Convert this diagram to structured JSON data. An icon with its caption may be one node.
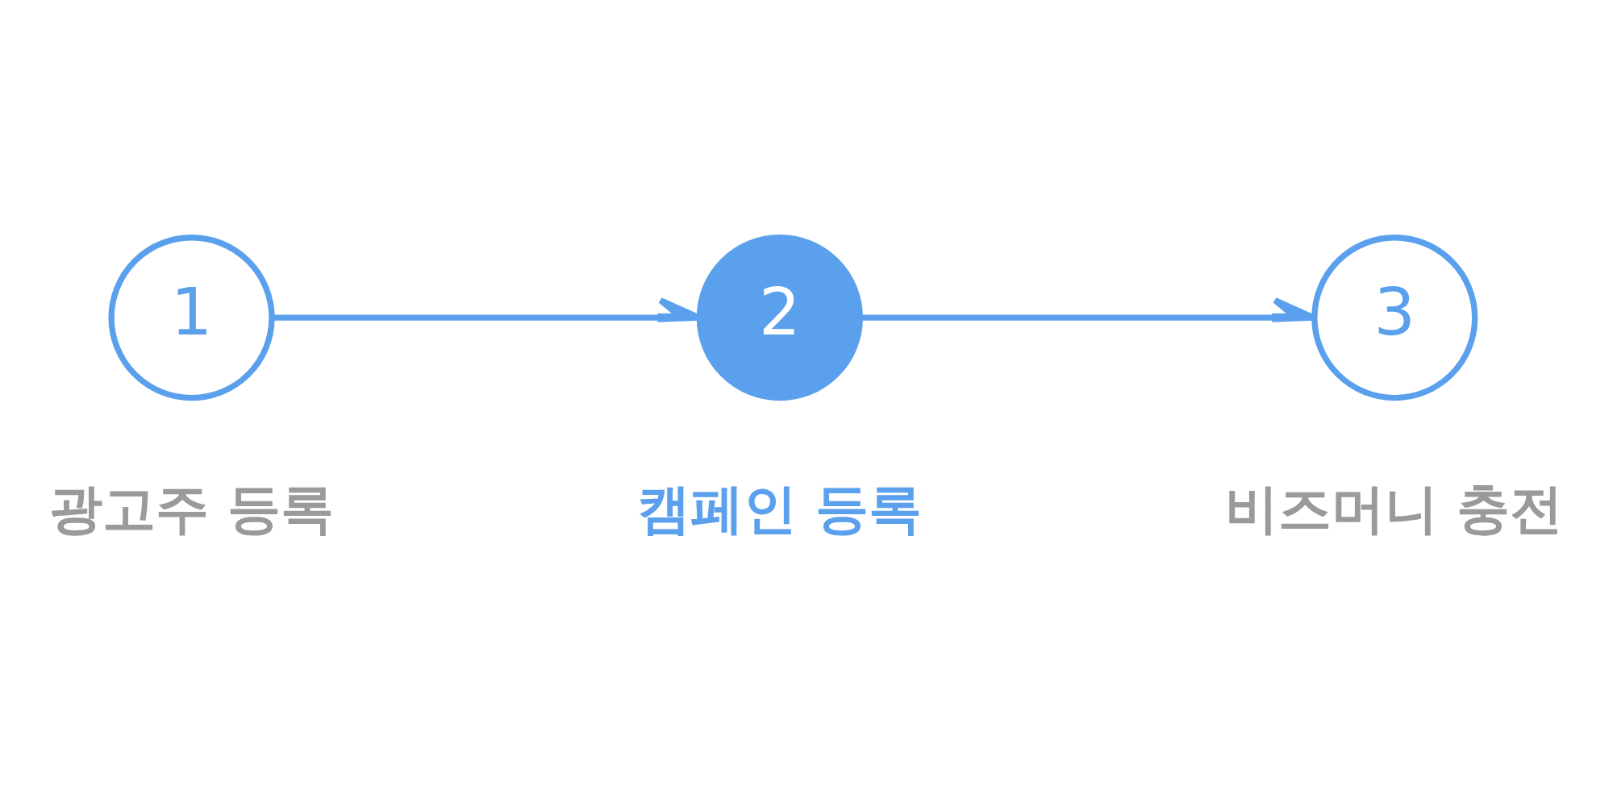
{
  "diagram": {
    "nodes": [
      {
        "text": [
          "1"
        ],
        "beside": [
          "광고주 등록"
        ]
      },
      {
        "text": [
          "2"
        ],
        "beside": [
          "캠페인 등록"
        ]
      },
      {
        "text": [
          "3"
        ],
        "beside": [
          "비즈머니 충전"
        ]
      }
    ],
    "edges": [
      {
        "from": 0,
        "to": 1,
        "arrow": "to"
      },
      {
        "from": 1,
        "to": 2,
        "arrow": "to"
      }
    ]
  }
}
